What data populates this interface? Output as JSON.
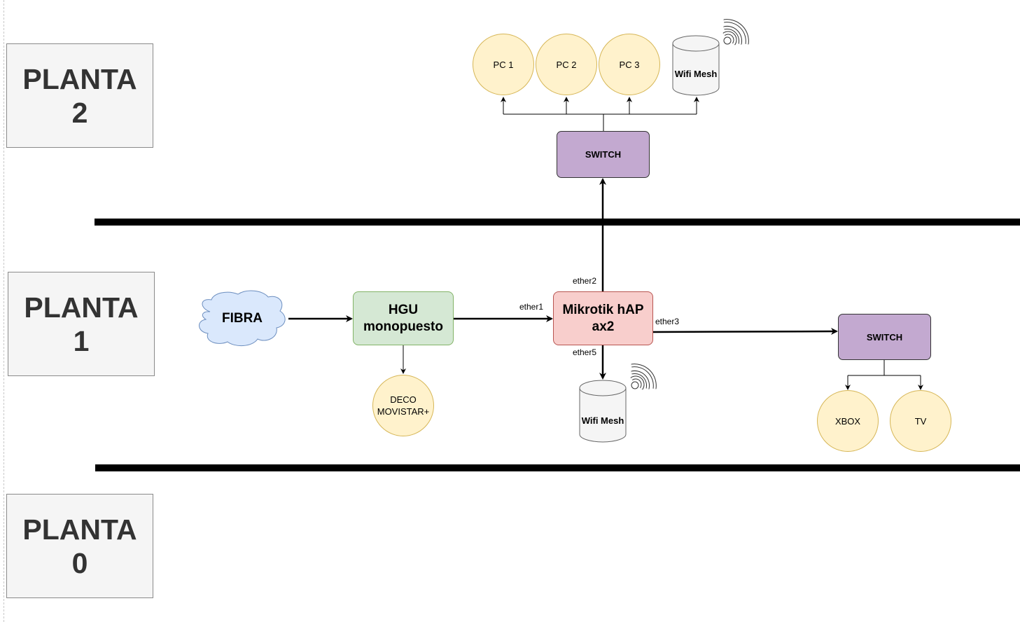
{
  "floors": [
    {
      "id": "planta2",
      "line1": "PLANTA",
      "line2": "2"
    },
    {
      "id": "planta1",
      "line1": "PLANTA",
      "line2": "1"
    },
    {
      "id": "planta0",
      "line1": "PLANTA",
      "line2": "0"
    }
  ],
  "nodes": {
    "fibra": "FIBRA",
    "hgu_line1": "HGU",
    "hgu_line2": "monopuesto",
    "deco_line1": "DECO",
    "deco_line2": "MOVISTAR+",
    "mikrotik_line1": "Mikrotik hAP",
    "mikrotik_line2": "ax2",
    "switch_top": "SWITCH",
    "switch_right": "SWITCH",
    "pc1": "PC 1",
    "pc2": "PC 2",
    "pc3": "PC 3",
    "wifi_mesh_top": "Wifi Mesh",
    "wifi_mesh_bottom": "Wifi Mesh",
    "xbox": "XBOX",
    "tv": "TV"
  },
  "ports": {
    "ether1": "ether1",
    "ether2": "ether2",
    "ether3": "ether3",
    "ether5": "ether5"
  },
  "colors": {
    "cloud_fill": "#dae8fc",
    "cloud_stroke": "#6c8ebf",
    "hgu_fill": "#d5e8d4",
    "hgu_stroke": "#82b366",
    "mikrotik_fill": "#f8cecc",
    "mikrotik_stroke": "#b85450",
    "switch_fill": "#c3a9d0",
    "switch_stroke": "#333333",
    "device_fill": "#fff2cc",
    "device_stroke": "#d6b656",
    "mesh_fill": "#f5f5f5",
    "mesh_stroke": "#666666"
  }
}
